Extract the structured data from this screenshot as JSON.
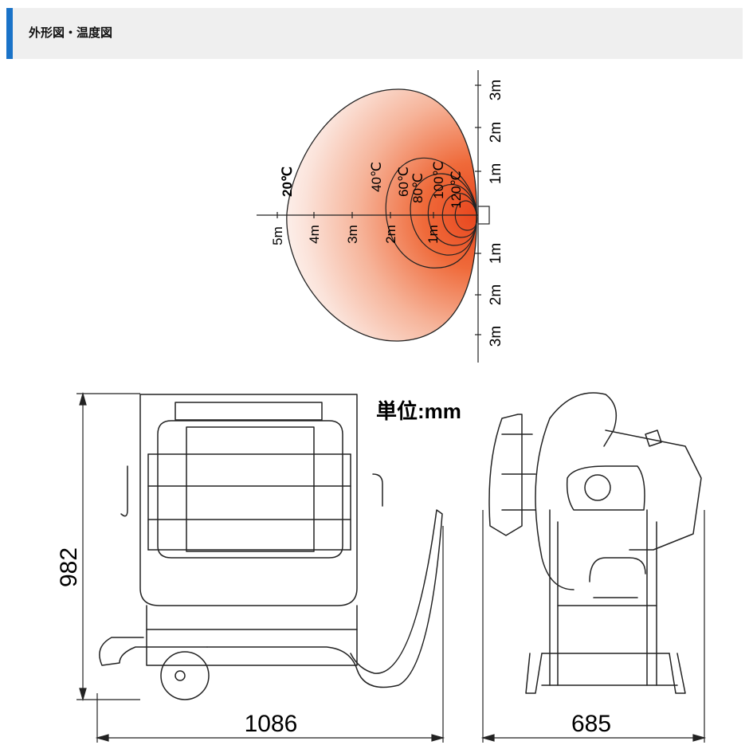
{
  "section": {
    "title": "外形図・温度図",
    "accent_color": "#1a73c8"
  },
  "temperature_diagram": {
    "isotherm_labels": [
      "20℃",
      "40℃",
      "60℃",
      "80℃",
      "100℃",
      "120℃"
    ],
    "horizontal_scale": [
      "5m",
      "4m",
      "3m",
      "2m",
      "1m"
    ],
    "vertical_scale_upper": [
      "3m",
      "2m",
      "1m"
    ],
    "vertical_scale_lower": [
      "1m",
      "2m",
      "3m"
    ],
    "heat_color": "#e8461e"
  },
  "dimensions": {
    "unit_label": "単位:mm",
    "height": "982",
    "width_front": "1086",
    "width_side": "685"
  }
}
